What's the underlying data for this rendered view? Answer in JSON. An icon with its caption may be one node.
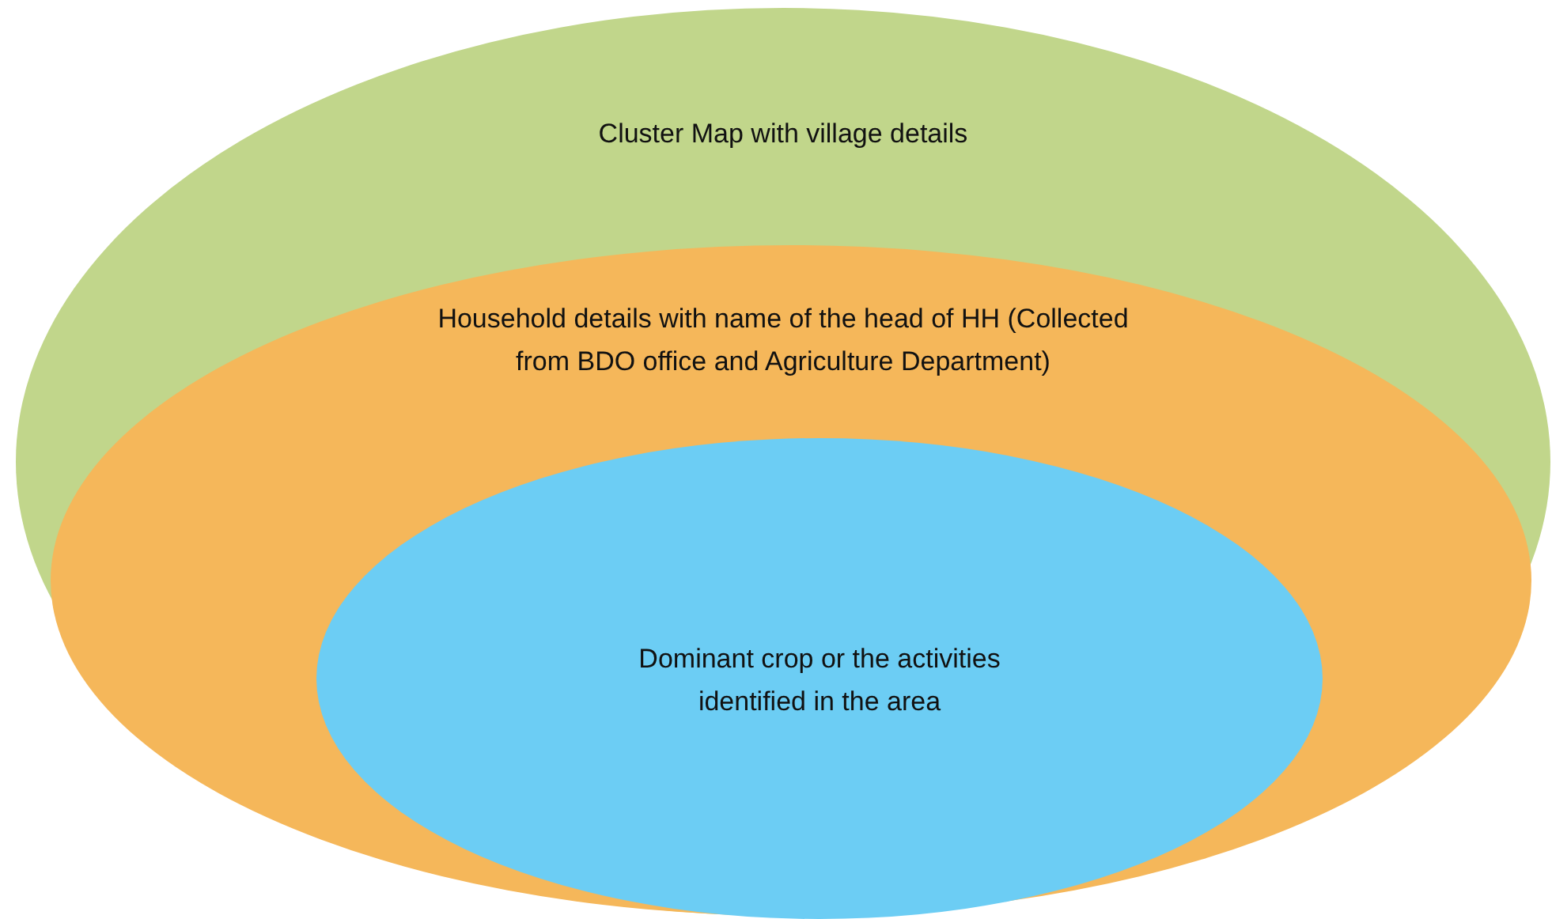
{
  "diagram": {
    "nodes": [
      {
        "text": [
          "Cluster Map with village details"
        ]
      },
      {
        "text": [
          "Household details with name of the head of HH (Collected from BDO office and Agriculture Department)"
        ],
        "in": 0
      },
      {
        "text": [
          "Dominant crop or the activities identified in the area"
        ],
        "in": 1
      }
    ]
  }
}
